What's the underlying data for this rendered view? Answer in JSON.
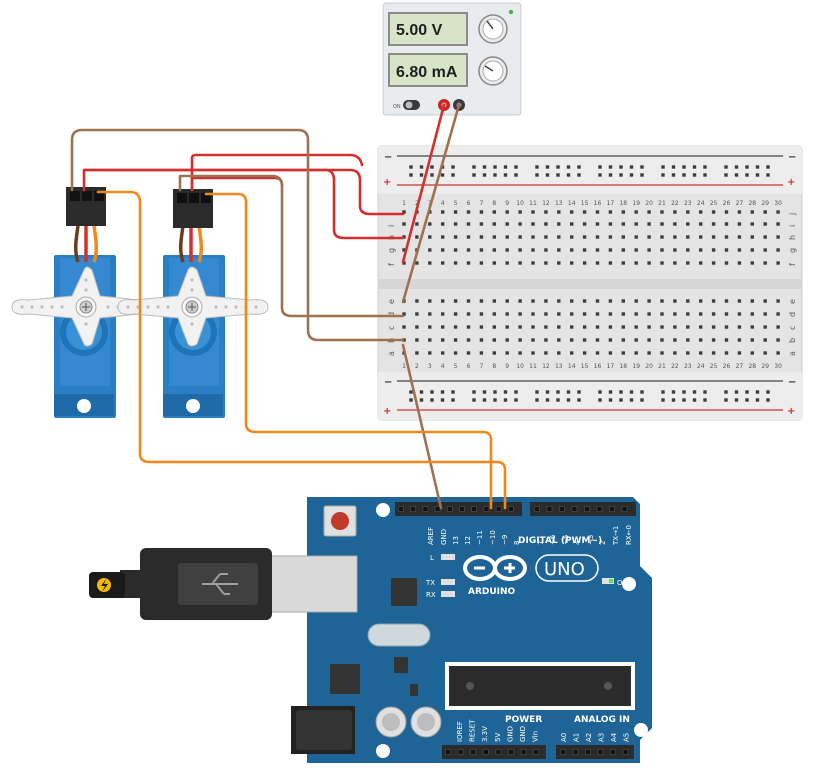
{
  "power_supply": {
    "voltage": "5.00 V",
    "current": "6.80 mA",
    "on_label": "ON"
  },
  "breadboard": {
    "columns": [
      "1",
      "2",
      "3",
      "4",
      "5",
      "6",
      "7",
      "8",
      "9",
      "10",
      "11",
      "12",
      "13",
      "14",
      "15",
      "16",
      "17",
      "18",
      "19",
      "20",
      "21",
      "22",
      "23",
      "24",
      "25",
      "26",
      "27",
      "28",
      "29",
      "30"
    ],
    "rows_top": [
      "j",
      "i",
      "h",
      "g",
      "f"
    ],
    "rows_bottom": [
      "e",
      "d",
      "c",
      "b",
      "a"
    ],
    "rail_minus": "−",
    "rail_plus": "+"
  },
  "arduino": {
    "digital_pins": [
      "AREF",
      "GND",
      "13",
      "12",
      "~11",
      "~10",
      "~9",
      "8",
      "7",
      "~6",
      "~5",
      "4",
      "~3",
      "2",
      "TX→1",
      "RX←0"
    ],
    "digital_label": "DIGITAL (PWM~)",
    "brand": "ARDUINO",
    "model": "UNO",
    "on_label": "ON",
    "led_l": "L",
    "led_tx": "TX",
    "led_rx": "RX",
    "power_label": "POWER",
    "analog_label": "ANALOG IN",
    "power_pins": [
      "IOREF",
      "RESET",
      "3.3V",
      "5V",
      "GND",
      "GND",
      "Vin"
    ],
    "analog_pins": [
      "A0",
      "A1",
      "A2",
      "A3",
      "A4",
      "A5"
    ]
  },
  "colors": {
    "wire_red": "#d32f2f",
    "wire_brown": "#a0714f",
    "wire_orange": "#f0891d",
    "arduino_blue": "#1e6497",
    "servo_blue": "#2a7fc4"
  }
}
